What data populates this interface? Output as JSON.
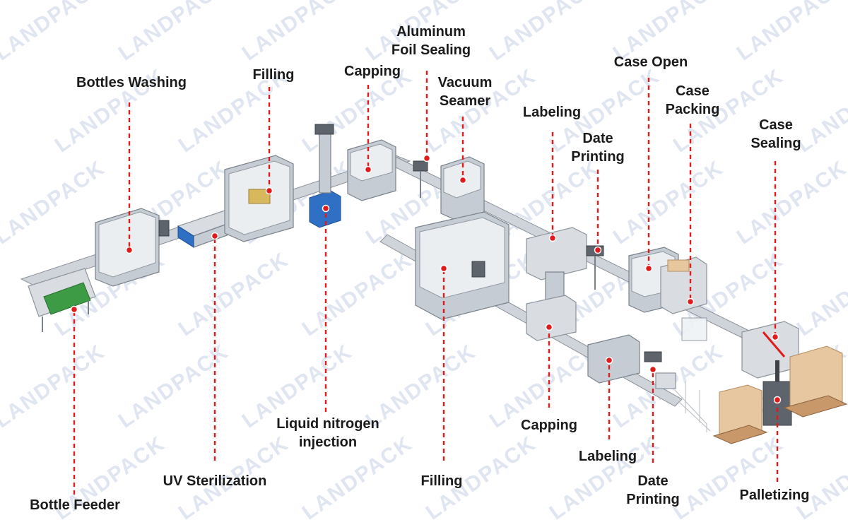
{
  "watermark": {
    "text": "LANDPACK",
    "color": "#dfe5f1"
  },
  "colors": {
    "leader": "#e01b1b",
    "label": "#1b1b1b",
    "machine_accent": "#2f6fc4"
  },
  "labels": [
    {
      "id": "bottle-feeder",
      "text": "Bottle Feeder"
    },
    {
      "id": "bottles-washing",
      "text": "Bottles Washing"
    },
    {
      "id": "uv-sterilization",
      "text": "UV Sterilization"
    },
    {
      "id": "filling-1",
      "text": "Filling"
    },
    {
      "id": "liquid-nitrogen-injection",
      "text": "Liquid nitrogen\ninjection"
    },
    {
      "id": "capping-1",
      "text": "Capping"
    },
    {
      "id": "aluminum-foil-sealing",
      "text": "Aluminum\nFoil Sealing"
    },
    {
      "id": "vacuum-seamer",
      "text": "Vacuum\nSeamer"
    },
    {
      "id": "labeling-1",
      "text": "Labeling"
    },
    {
      "id": "date-printing-1",
      "text": "Date\nPrinting"
    },
    {
      "id": "case-open",
      "text": "Case Open"
    },
    {
      "id": "case-packing",
      "text": "Case\nPacking"
    },
    {
      "id": "case-sealing",
      "text": "Case\nSealing"
    },
    {
      "id": "filling-2",
      "text": "Filling"
    },
    {
      "id": "capping-2",
      "text": "Capping"
    },
    {
      "id": "labeling-2",
      "text": "Labeling"
    },
    {
      "id": "date-printing-2",
      "text": "Date\nPrinting"
    },
    {
      "id": "palletizing",
      "text": "Palletizing"
    }
  ]
}
